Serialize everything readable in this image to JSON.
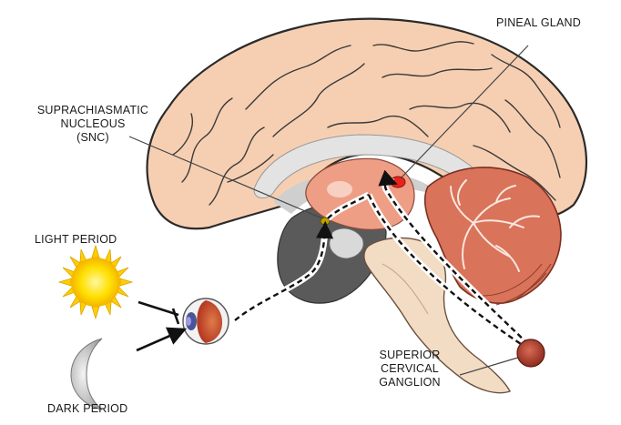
{
  "labels": {
    "pineal": "PINEAL GLAND",
    "scn": [
      "SUPRACHIASMATIC",
      "NUCLEOUS",
      "(SNC)"
    ],
    "light": "LIGHT PERIOD",
    "dark": "DARK PERIOD",
    "scg": [
      "SUPERIOR",
      "CERVICAL",
      "GANGLION"
    ]
  },
  "colors": {
    "cortex": "#f6cfb2",
    "cortex_outline": "#2a2a2a",
    "brainstem": "#f3dcc4",
    "cerebellum": "#d9735a",
    "thalamus": "#ef9e86",
    "ventricle": "#e8e8e8",
    "dark_tissue": "#555555",
    "pineal": "#e8231d",
    "scn": "#b8a000",
    "sun": "#ffd500",
    "moon": "#d8d8d8",
    "ganglion": "#c0392b"
  }
}
